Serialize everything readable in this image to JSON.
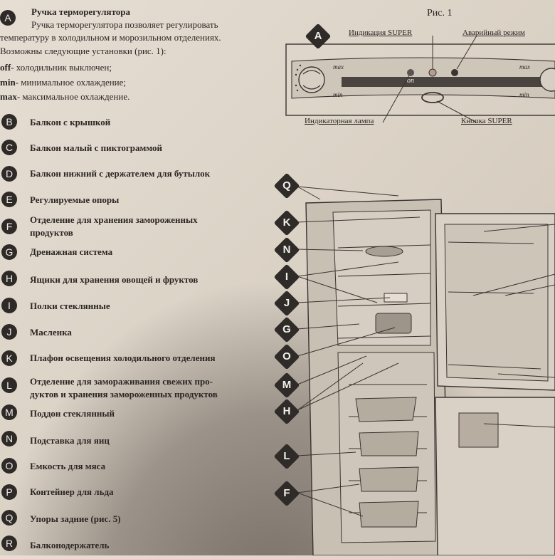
{
  "figure_label": "Рис. 1",
  "intro": {
    "letter": "A",
    "title": "Ручка терморегулятора",
    "line1": "Ручка терморегулятора позволяет регулировать",
    "line2": "температуру в холодильном и морозильном отделениях.",
    "line3": "Возможны следующие установки (рис. 1):",
    "off_key": "off",
    "off_text": "- холодильник выключен;",
    "min_key": "min",
    "min_text": "- минимальное охлаждение;",
    "max_key": "max",
    "max_text": "- максимальное охлаждение."
  },
  "items": [
    {
      "letter": "B",
      "text": "Балкон с крышкой"
    },
    {
      "letter": "C",
      "text": "Балкон малый с пиктограммой"
    },
    {
      "letter": "D",
      "text": "Балкон нижний с держателем для бутылок"
    },
    {
      "letter": "E",
      "text": "Регулируемые опоры"
    },
    {
      "letter": "F",
      "text": "Отделение для хранения замороженных",
      "text2": "продуктов"
    },
    {
      "letter": "G",
      "text": "Дренажная система"
    },
    {
      "letter": "H",
      "text": "Ящики для хранения овощей и фруктов"
    },
    {
      "letter": "I",
      "text": "Полки стеклянные"
    },
    {
      "letter": "J",
      "text": "Масленка"
    },
    {
      "letter": "K",
      "text": "Плафон освещения холодильного отделения"
    },
    {
      "letter": "L",
      "text": "Отделение для замораживания свежих про-",
      "text2": "дуктов и хранения замороженных продуктов"
    },
    {
      "letter": "M",
      "text": "Поддон стеклянный"
    },
    {
      "letter": "N",
      "text": "Подставка для яиц"
    },
    {
      "letter": "O",
      "text": "Емкость для мяса"
    },
    {
      "letter": "P",
      "text": "Контейнер для льда"
    },
    {
      "letter": "Q",
      "text": "Упоры задние (рис. 5)"
    },
    {
      "letter": "R",
      "text": "Балконодержатель"
    }
  ],
  "panel": {
    "label_super_indicator": "Индикация SUPER",
    "label_alarm": "Аварийный режим",
    "label_indicator_lamp": "Индикаторная лампа",
    "label_super_button": "Кнопка SUPER",
    "knob_left_max": "max",
    "knob_left_min": "min",
    "center_on": "on",
    "knob_right_max": "max",
    "knob_right_min": "min",
    "marker_letter": "A"
  },
  "diagram_letters": [
    "Q",
    "K",
    "N",
    "I",
    "J",
    "G",
    "O",
    "M",
    "H",
    "L",
    "F"
  ],
  "colors": {
    "ink": "#2b2624",
    "badge": "#2e2a28",
    "paper": "#ded6cb"
  }
}
